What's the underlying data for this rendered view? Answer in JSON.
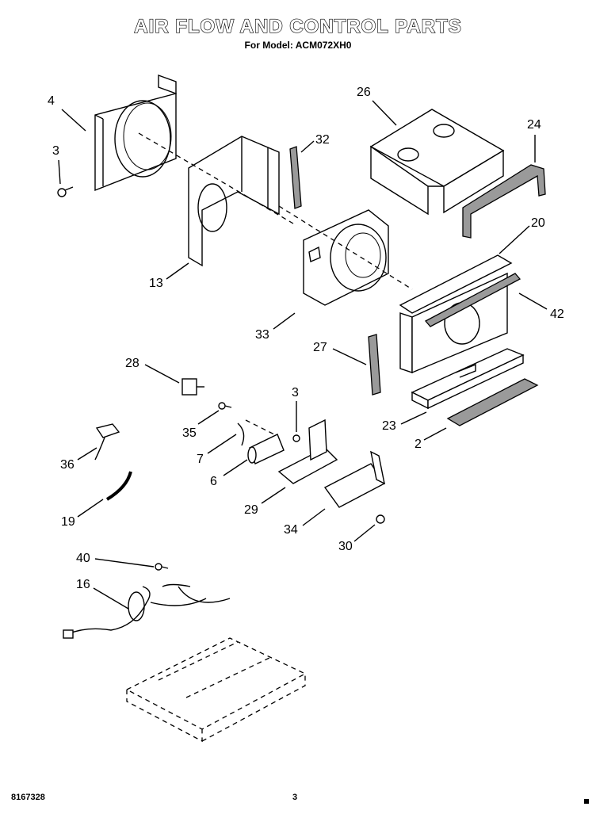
{
  "header": {
    "title": "AIR FLOW AND CONTROL PARTS",
    "subtitle": "For Model: ACM072XH0"
  },
  "footer": {
    "doc_number": "8167328",
    "page": "3"
  },
  "callouts": [
    "4",
    "3",
    "32",
    "26",
    "24",
    "20",
    "13",
    "33",
    "42",
    "27",
    "28",
    "3",
    "35",
    "7",
    "6",
    "29",
    "34",
    "30",
    "23",
    "2",
    "36",
    "19",
    "40",
    "16"
  ]
}
